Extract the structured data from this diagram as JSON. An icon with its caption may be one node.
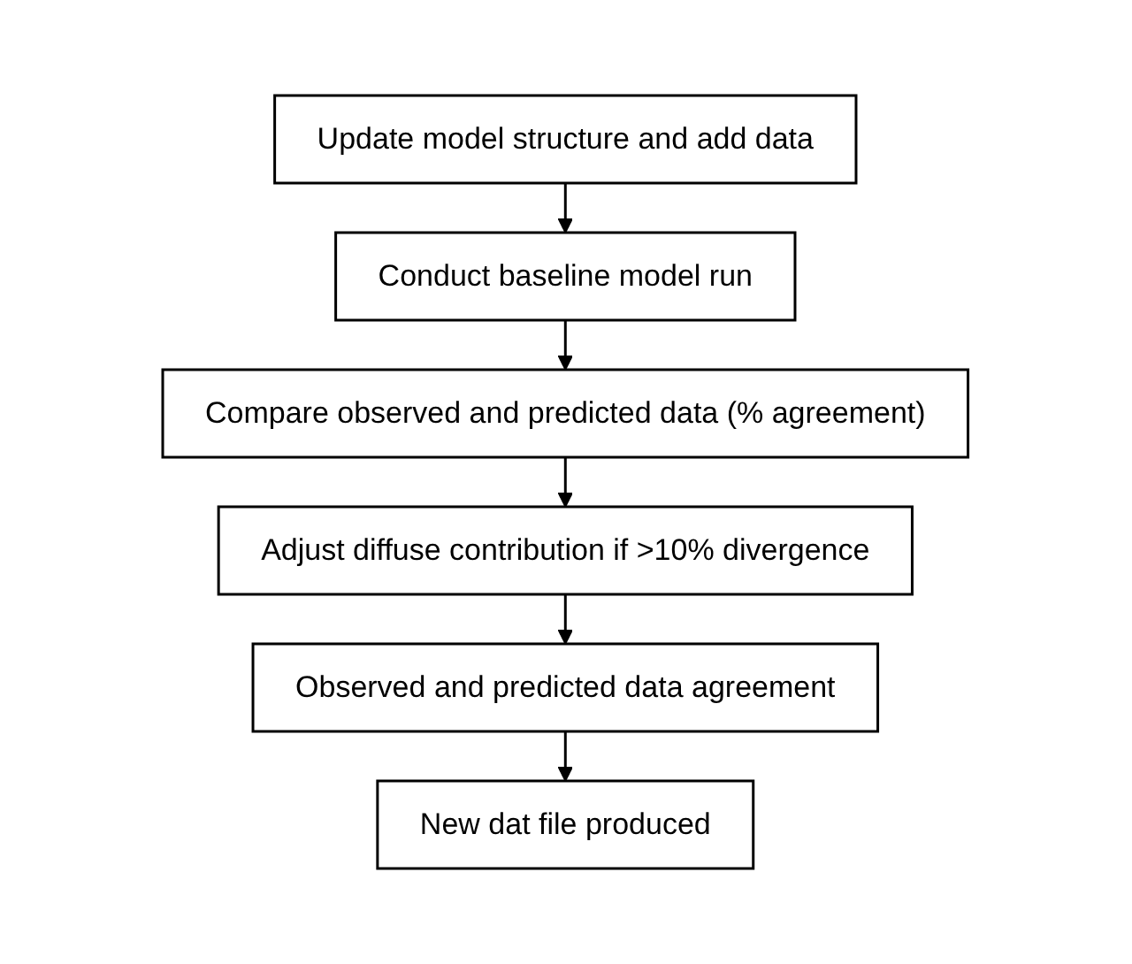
{
  "diagram": {
    "nodes": [
      {
        "text": [
          "Update model structure and add data"
        ]
      },
      {
        "text": [
          "Conduct baseline model run"
        ]
      },
      {
        "text": [
          "Compare observed and predicted data (% agreement)"
        ]
      },
      {
        "text": [
          "Adjust diffuse contribution if >10% divergence"
        ]
      },
      {
        "text": [
          "Observed and predicted data agreement"
        ]
      },
      {
        "text": [
          "New dat file produced"
        ]
      }
    ],
    "edges": [
      {
        "from": 0,
        "to": 1,
        "arrow": "to"
      },
      {
        "from": 1,
        "to": 2,
        "arrow": "to"
      },
      {
        "from": 2,
        "to": 3,
        "arrow": "to"
      },
      {
        "from": 3,
        "to": 4,
        "arrow": "to"
      },
      {
        "from": 4,
        "to": 5,
        "arrow": "to"
      }
    ]
  }
}
